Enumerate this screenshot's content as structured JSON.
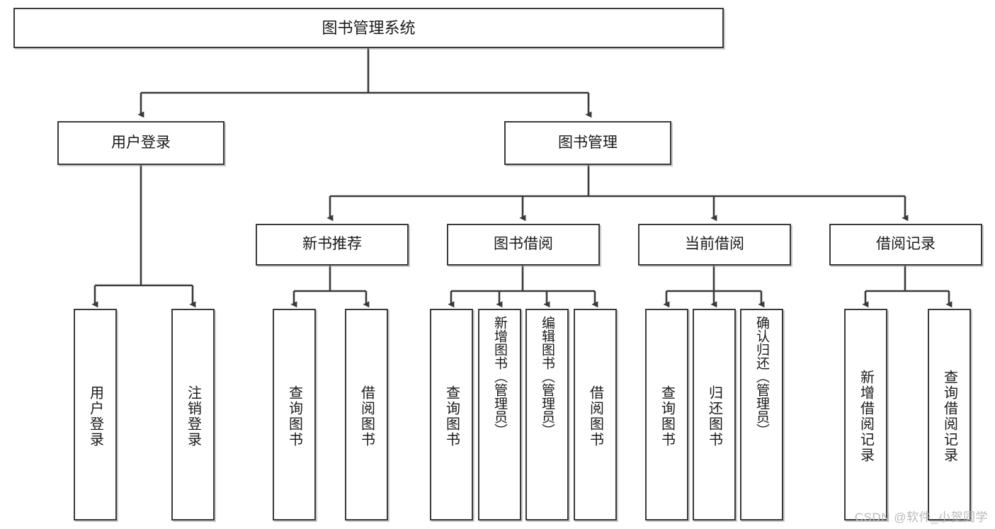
{
  "diagram": {
    "title": "图书管理系统",
    "type": "tree",
    "root": {
      "id": "root",
      "label": "图书管理系统"
    },
    "level2": [
      {
        "id": "user-login",
        "label": "用户登录"
      },
      {
        "id": "book-management",
        "label": "图书管理"
      }
    ],
    "level3": [
      {
        "id": "new-book-recommend",
        "label": "新书推荐",
        "parent": "book-management"
      },
      {
        "id": "book-borrow",
        "label": "图书借阅",
        "parent": "book-management"
      },
      {
        "id": "current-borrow",
        "label": "当前借阅",
        "parent": "book-management"
      },
      {
        "id": "borrow-record",
        "label": "借阅记录",
        "parent": "book-management"
      }
    ],
    "leaves": [
      {
        "id": "leaf-user-login",
        "label": "用户登录",
        "parent": "user-login"
      },
      {
        "id": "leaf-logout-login",
        "label": "注销登录",
        "parent": "user-login"
      },
      {
        "id": "leaf-query-book-1",
        "label": "查询图书",
        "parent": "new-book-recommend"
      },
      {
        "id": "leaf-borrow-book-1",
        "label": "借阅图书",
        "parent": "new-book-recommend"
      },
      {
        "id": "leaf-query-book-2",
        "label": "查询图书",
        "parent": "book-borrow"
      },
      {
        "id": "leaf-add-book",
        "label": "新增图书（管理员）",
        "parent": "book-borrow"
      },
      {
        "id": "leaf-edit-book",
        "label": "编辑图书（管理员）",
        "parent": "book-borrow"
      },
      {
        "id": "leaf-borrow-book-2",
        "label": "借阅图书",
        "parent": "book-borrow"
      },
      {
        "id": "leaf-query-book-3",
        "label": "查询图书",
        "parent": "current-borrow"
      },
      {
        "id": "leaf-return-book",
        "label": "归还图书",
        "parent": "current-borrow"
      },
      {
        "id": "leaf-confirm-return",
        "label": "确认归还（管理员）",
        "parent": "current-borrow"
      },
      {
        "id": "leaf-add-record",
        "label": "新增借阅记录",
        "parent": "borrow-record"
      },
      {
        "id": "leaf-query-record",
        "label": "查询借阅记录",
        "parent": "borrow-record"
      }
    ],
    "colors": {
      "border": "#3a3a3a",
      "background": "#ffffff",
      "text": "#1a1a1a",
      "shadow": "#a0a0a0",
      "watermark": "#b9b9b9"
    }
  },
  "watermark": {
    "text": "CSDN @软件_小贺同学"
  }
}
